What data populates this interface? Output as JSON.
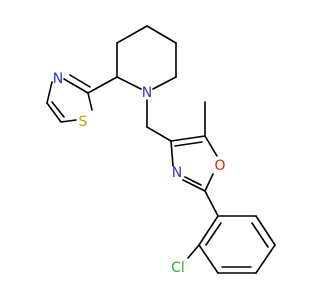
{
  "molecule": {
    "atoms": {
      "N_thiazole": {
        "label": "N",
        "color": "#2f35c8"
      },
      "S_thiazole": {
        "label": "S",
        "color": "#b5a600"
      },
      "N_piperidine": {
        "label": "N",
        "color": "#2f35c8"
      },
      "N_oxazole": {
        "label": "N",
        "color": "#2f35c8"
      },
      "O_oxazole": {
        "label": "O",
        "color": "#e4210b"
      },
      "Cl": {
        "label": "Cl",
        "color": "#2bb02b"
      }
    }
  }
}
